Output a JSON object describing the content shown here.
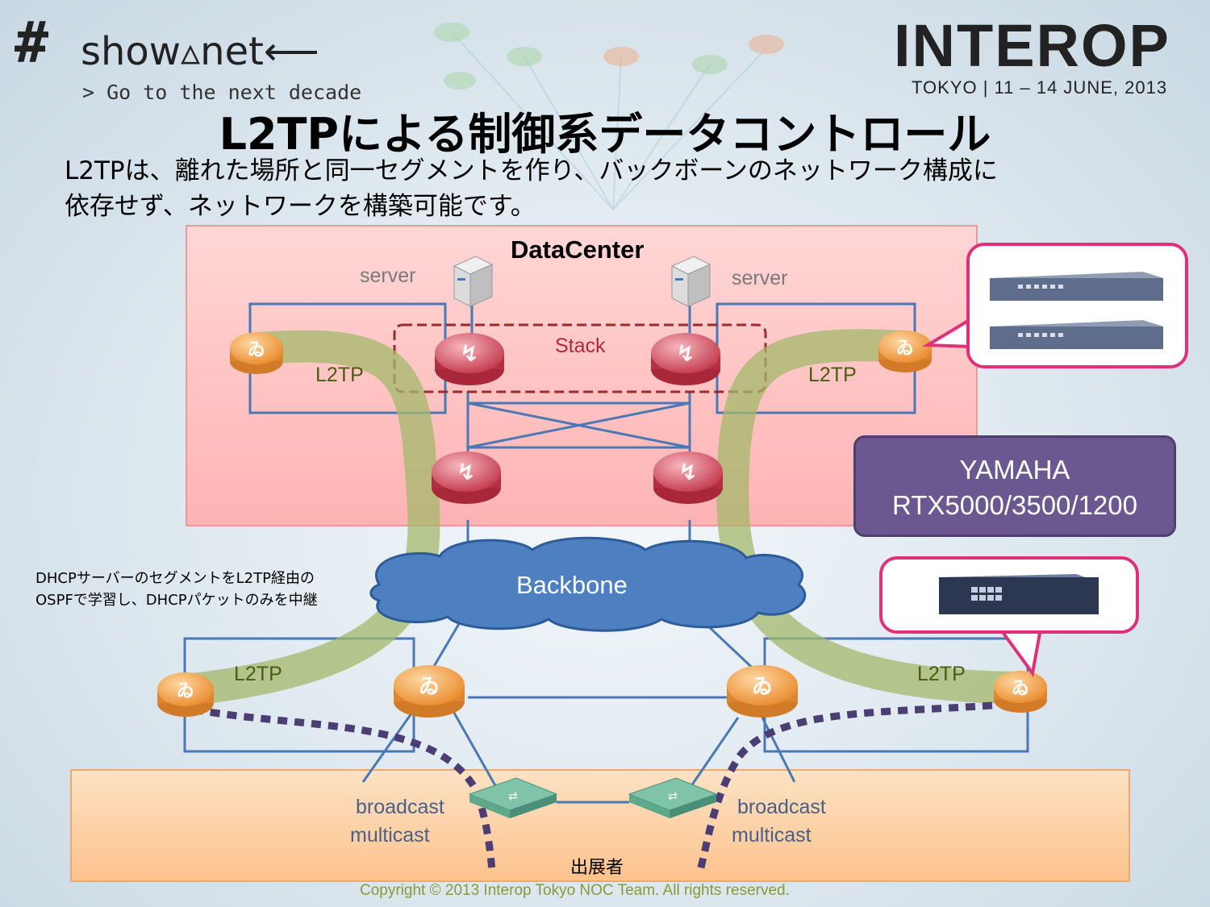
{
  "logo": {
    "hash": "#",
    "name": "show▵net⟵",
    "tagline": "> Go to the next decade"
  },
  "event": {
    "brand": "INTEROP",
    "sub": "TOKYO | 11 – 14 JUNE, 2013"
  },
  "title": "L2TPによる制御系データコントロール",
  "lead": [
    "L2TPは、離れた場所と同一セグメントを作り、バックボーンのネットワーク構成に",
    "依存せず、ネットワークを構築可能です。"
  ],
  "datacenter": {
    "label": "DataCenter",
    "server_left": "server",
    "server_right": "server",
    "stack": "Stack",
    "l2tp_left": "L2TP",
    "l2tp_right": "L2TP"
  },
  "product": {
    "line1": "YAMAHA",
    "line2": "RTX5000/3500/1200"
  },
  "backbone": "Backbone",
  "note": [
    "DHCPサーバーのセグメントをL2TP経由の",
    "OSPFで学習し、DHCPパケットのみを中継"
  ],
  "edge": {
    "l2tp_left": "L2TP",
    "l2tp_right": "L2TP"
  },
  "exhibitor": {
    "label": "出展者",
    "bc_left": "broadcast",
    "mc_left": "multicast",
    "bc_right": "broadcast",
    "mc_right": "multicast"
  },
  "copyright": "Copyright © 2013 Interop Tokyo NOC Team. All rights reserved.",
  "colors": {
    "datacenter_fill": "#ffc9c9",
    "datacenter_border": "#e89b9b",
    "exhibitor_fill": "#fdd3a8",
    "callout_border": "#e0307a",
    "yamaha_fill": "#6b5891",
    "tunnel": "#a3b86b",
    "link": "#4a78b5",
    "stack_border": "#9a2c2c",
    "dotted": "#4b3e73"
  }
}
